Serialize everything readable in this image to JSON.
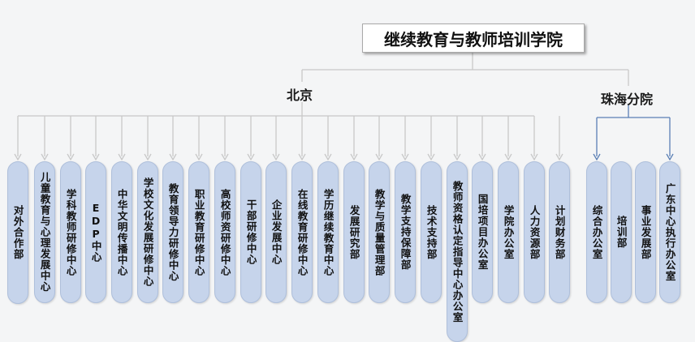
{
  "title": "继续教育与教师培训学院",
  "branches": {
    "beijing": "北京",
    "zhuhai": "珠海分院"
  },
  "beijing_units": [
    "对外合作部",
    "儿童教育与心理发展中心",
    "学科教师研修中心",
    "EDP中心",
    "中华文明传播中心",
    "学校文化发展研修中心",
    "教育领导力研修中心",
    "职业教育研修中心",
    "高校师资研修中心",
    "干部研修中心",
    "企业发展中心",
    "在线教育研修中心",
    "学历继续教育中心",
    "发展研究部",
    "教学与质量管理部",
    "教学支持保障部",
    "技术支持部",
    "教师资格认定指导中心办公室",
    "国培项目办公室",
    "学院办公室",
    "人力资源部",
    "计划财务部"
  ],
  "zhuhai_units": [
    "综合办公室",
    "培训部",
    "事业发展部",
    "广东中心执行办公室"
  ],
  "colors": {
    "pill_fill": "#c6d4eb",
    "connector": "#c8c8c8",
    "zhuhai_connector": "#5a7fb5"
  }
}
